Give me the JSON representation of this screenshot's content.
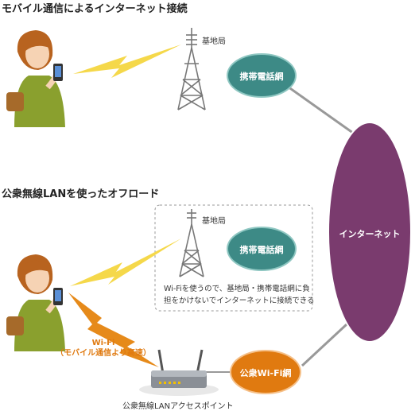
{
  "sections": {
    "mobile_title": "モバイル通信によるインターネット接続",
    "offload_title": "公衆無線LANを使ったオフロード"
  },
  "labels": {
    "base_station_1": "基地局",
    "base_station_2": "基地局",
    "mobile_network_1": "携帯電話網",
    "mobile_network_2": "携帯電話網",
    "internet": "インターネット",
    "public_wifi_network": "公衆Wi-Fi網",
    "access_point": "公衆無線LANアクセスポイント",
    "wifi_name": "Wi-Fi",
    "wifi_note": "（モバイル通信より高速）",
    "offload_note": "Wi-Fiを使うので、基地局・携帯電話網に負担をかけないでインターネットに接続できる"
  },
  "colors": {
    "mobile_network": "#3d8a86",
    "internet": "#7a3b6e",
    "wifi_network": "#e07a10",
    "mobile_signal": "#f5d84a",
    "wifi_signal": "#e68a1a",
    "connector": "#999999"
  }
}
